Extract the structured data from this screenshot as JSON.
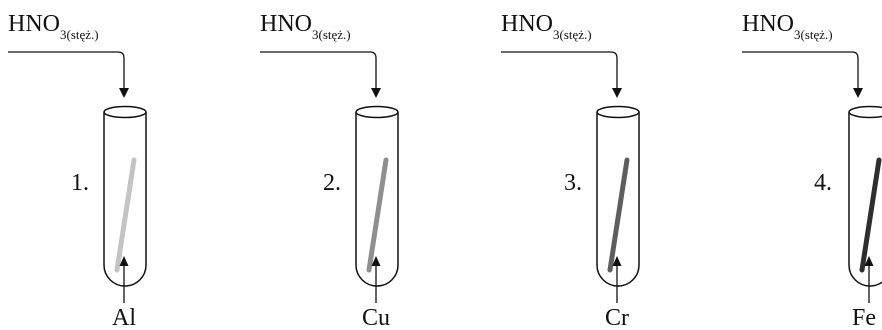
{
  "reagent": {
    "formula": "HNO",
    "subscript": "3(stęż.)"
  },
  "tubes": [
    {
      "number": "1.",
      "metal": "Al",
      "rod_color": "#c4c4c4"
    },
    {
      "number": "2.",
      "metal": "Cu",
      "rod_color": "#8f8f8f"
    },
    {
      "number": "3.",
      "metal": "Cr",
      "rod_color": "#5e5e5e"
    },
    {
      "number": "4.",
      "metal": "Fe",
      "rod_color": "#2e2e2e"
    }
  ],
  "colors": {
    "ink": "#111111",
    "background": "#ffffff"
  }
}
